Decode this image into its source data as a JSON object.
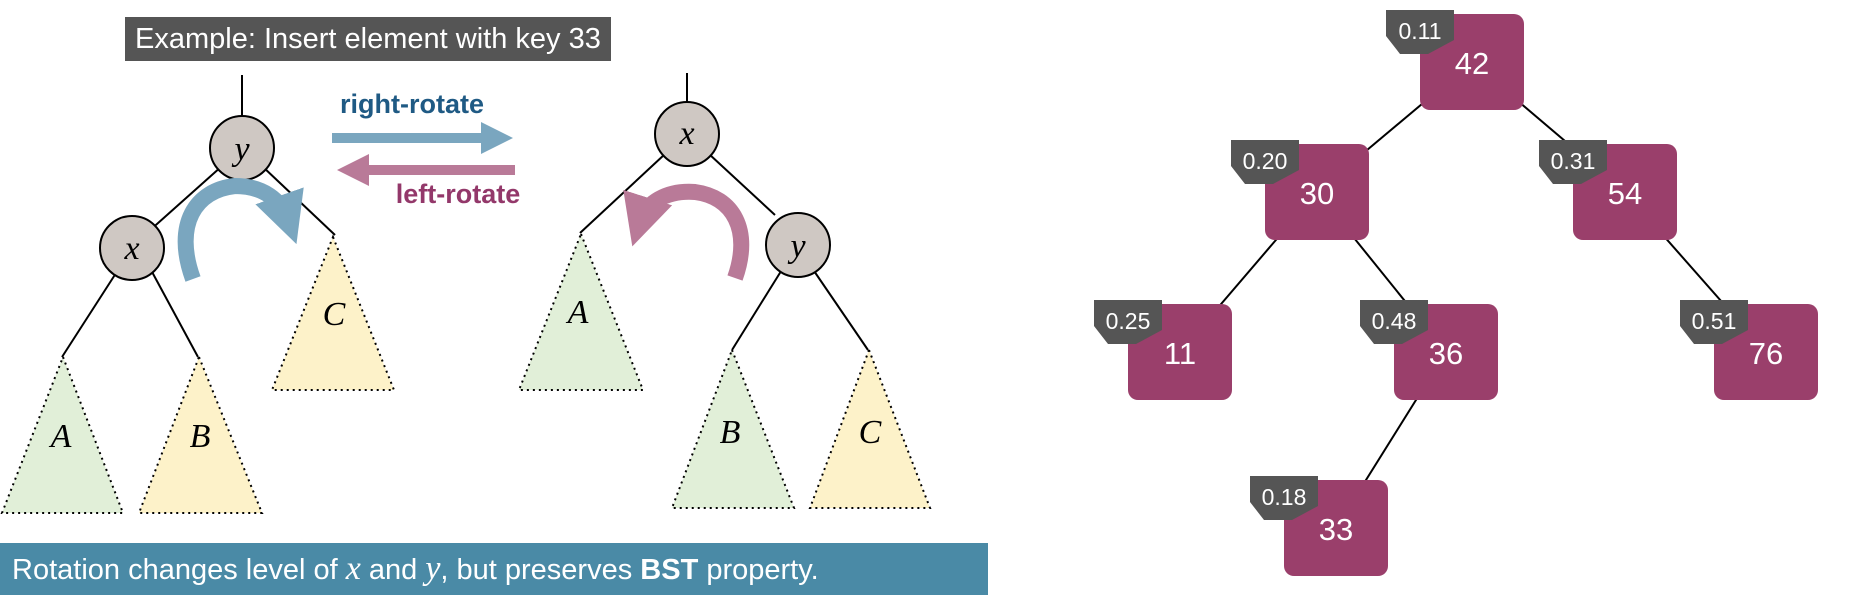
{
  "example_title": "Example: Insert element with key 33",
  "rotation": {
    "right_label": "right-rotate",
    "left_label": "left-rotate",
    "left_tree": {
      "root": "y",
      "child": "x",
      "subtrees": [
        "A",
        "B",
        "C"
      ]
    },
    "right_tree": {
      "root": "x",
      "child": "y",
      "subtrees": [
        "A",
        "B",
        "C"
      ]
    }
  },
  "caption": {
    "part1": "Rotation changes level of ",
    "var1": "x",
    "part2": " and ",
    "var2": "y",
    "part3": ", but preserves ",
    "bold": "BST",
    "part4": " property."
  },
  "treap": {
    "nodes": [
      {
        "id": "n42",
        "key": "42",
        "priority": "0.11"
      },
      {
        "id": "n30",
        "key": "30",
        "priority": "0.20"
      },
      {
        "id": "n54",
        "key": "54",
        "priority": "0.31"
      },
      {
        "id": "n11",
        "key": "11",
        "priority": "0.25"
      },
      {
        "id": "n36",
        "key": "36",
        "priority": "0.48"
      },
      {
        "id": "n76",
        "key": "76",
        "priority": "0.51"
      },
      {
        "id": "n33",
        "key": "33",
        "priority": "0.18"
      }
    ],
    "edges": [
      [
        "n42",
        "n30"
      ],
      [
        "n42",
        "n54"
      ],
      [
        "n30",
        "n11"
      ],
      [
        "n30",
        "n36"
      ],
      [
        "n54",
        "n76"
      ],
      [
        "n36",
        "n33"
      ]
    ]
  },
  "colors": {
    "node_fill": "#9a3f6b",
    "priority_fill": "#555555",
    "circle_fill": "#cfc8c3",
    "green_triangle": "#e1efd8",
    "yellow_triangle": "#fdf2c9",
    "right_arrow": "#7aa6bf",
    "left_arrow": "#b97a98",
    "right_text": "#1f5a84",
    "left_text": "#93386a",
    "caption_bg": "#4a8aa6",
    "title_bg": "#555555"
  }
}
